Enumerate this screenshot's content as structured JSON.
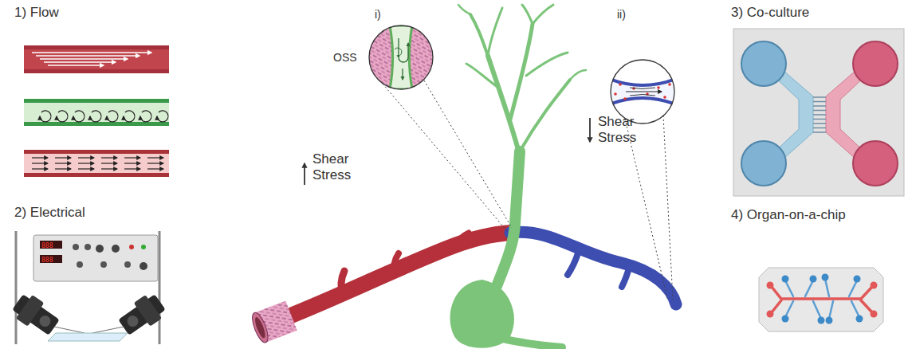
{
  "diagram": {
    "labels": [
      "1) Flow",
      "2) Electrical",
      "3) Co-culture",
      "4) Organ-on-a-chip",
      "Shear Stress",
      "Shear Stress",
      "i)",
      "OSS",
      "ii)"
    ]
  }
}
